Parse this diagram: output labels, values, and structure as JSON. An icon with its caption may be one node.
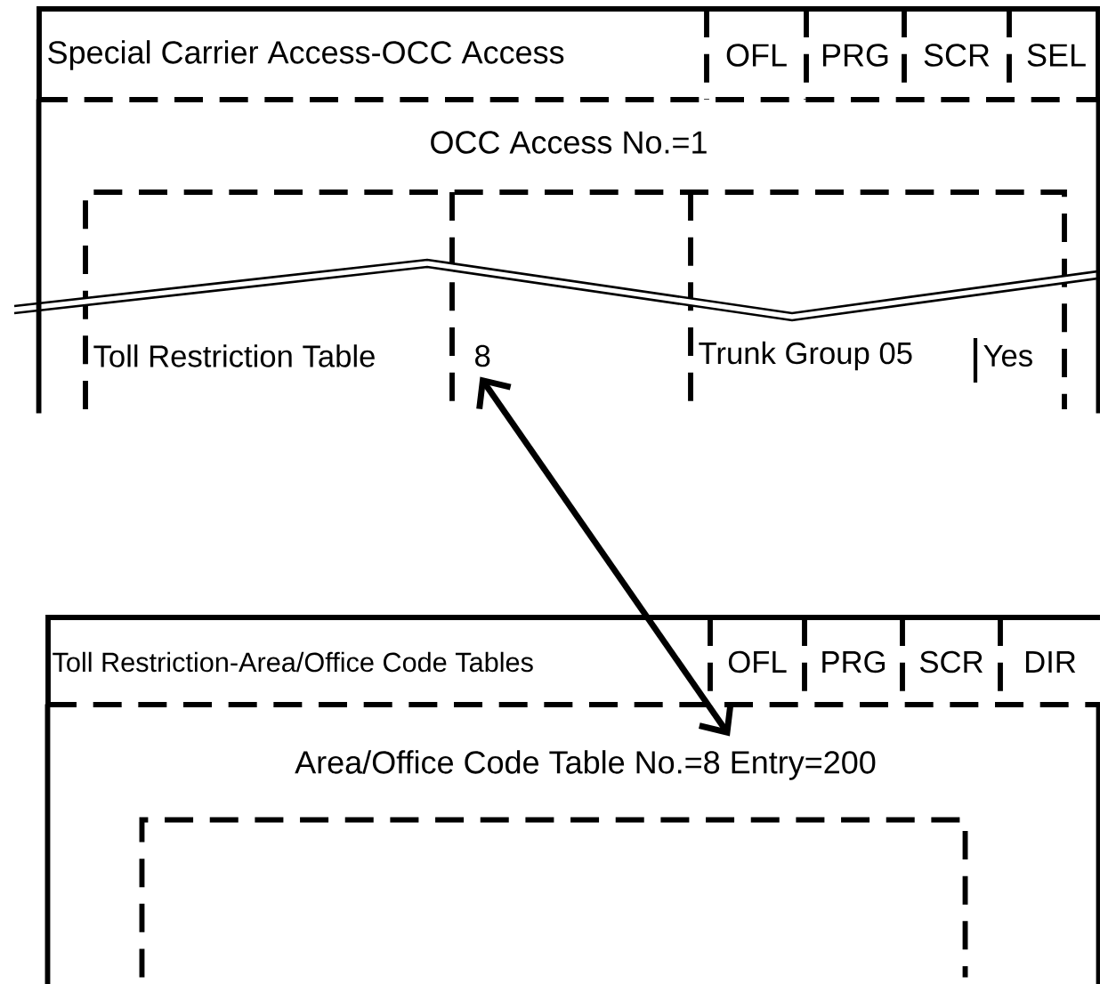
{
  "diagram": {
    "nodes": [
      {
        "text": [
          "Special Carrier Access-OCC  Access"
        ]
      },
      {
        "text": [
          "OFL"
        ]
      },
      {
        "text": [
          "PRG"
        ]
      },
      {
        "text": [
          "SCR"
        ]
      },
      {
        "text": [
          "SEL"
        ]
      },
      {
        "text": [
          "OCC Access No.=1"
        ]
      },
      {
        "text": [
          "Toll Restriction Table"
        ],
        "in": 5
      },
      {
        "text": [
          "8"
        ],
        "in": 5
      },
      {
        "text": [
          "Trunk Group 05"
        ],
        "in": 5
      },
      {
        "text": [
          "Yes"
        ],
        "in": 5
      },
      {
        "text": [
          "Toll Restriction-Area/Office Code Tables"
        ]
      },
      {
        "text": [
          "OFL"
        ]
      },
      {
        "text": [
          "PRG"
        ]
      },
      {
        "text": [
          "SCR"
        ]
      },
      {
        "text": [
          "DIR"
        ]
      },
      {
        "text": [
          "Area/Office Code Table No.=8   Entry=200"
        ]
      },
      {
        "text": [],
        "shape": "box",
        "in": 15
      }
    ],
    "edges": [
      {
        "from": 7,
        "to": 15,
        "arrow": "both"
      }
    ]
  }
}
